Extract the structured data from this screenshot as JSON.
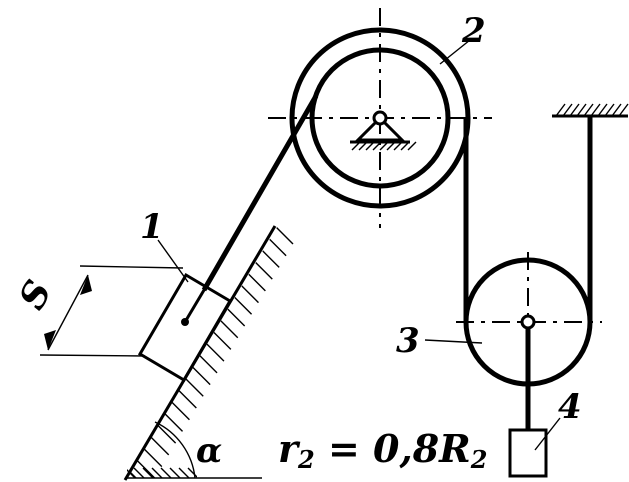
{
  "labels": {
    "body1": "1",
    "body2": "2",
    "body3": "3",
    "body4": "4",
    "displacement": "S",
    "angle": "α"
  },
  "formula": {
    "lhs_main": "r",
    "lhs_sub": "2",
    "equals": " = 0,8",
    "rhs_main": "R",
    "rhs_sub": "2"
  }
}
